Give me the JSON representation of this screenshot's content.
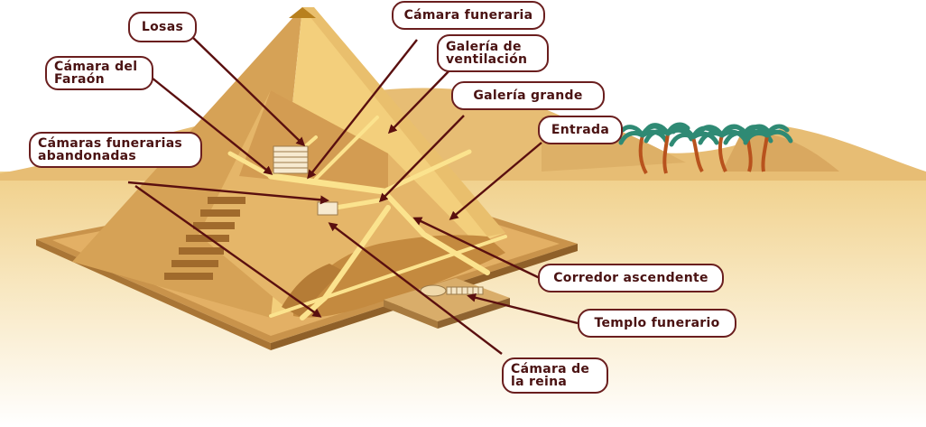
{
  "labels": {
    "losas": "Losas",
    "camara_funeraria": "Cámara funeraria",
    "galeria_ventilacion": "Galería de\nventilación",
    "camara_faraon": "Cámara del\nFaraón",
    "galeria_grande": "Galería grande",
    "entrada": "Entrada",
    "camaras_abandonadas": "Cámaras funerarias\nabandonadas",
    "corredor_ascendente": "Corredor ascendente",
    "templo_funerario": "Templo funerario",
    "camara_reina": "Cámara de\nla reina"
  },
  "colors": {
    "label_border": "#6a1e1e",
    "label_text": "#4a1212",
    "pointer": "#5a0f0f",
    "pyramid_light": "#f3cf7c",
    "pyramid_mid": "#dca85a",
    "pyramid_dark": "#b98640",
    "passage": "#fbe38e",
    "sand": "#ecc67f",
    "palm_leaf": "#2f8a74",
    "palm_trunk": "#b8521d"
  }
}
